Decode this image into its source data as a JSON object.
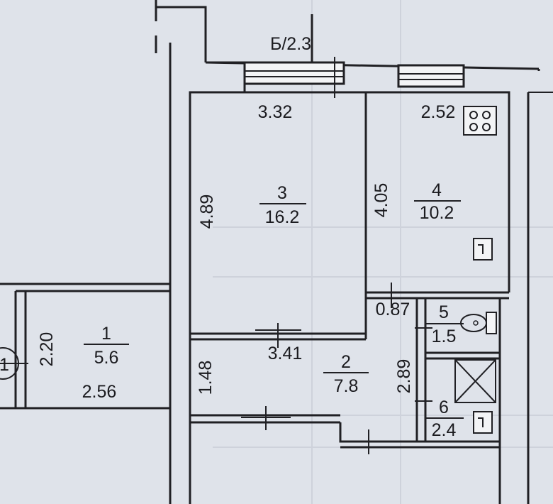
{
  "balcony": {
    "label": "Б/2.3"
  },
  "rooms": [
    {
      "id": "1",
      "area": "5.6"
    },
    {
      "id": "2",
      "area": "7.8"
    },
    {
      "id": "3",
      "area": "16.2"
    },
    {
      "id": "4",
      "area": "10.2"
    },
    {
      "id": "5",
      "area": "1.5"
    },
    {
      "id": "6",
      "area": "2.4"
    }
  ],
  "dimensions": {
    "room3_width": "3.32",
    "room3_height": "4.89",
    "room4_width": "2.52",
    "room4_height": "4.05",
    "room1_height": "2.20",
    "room1_width": "2.56",
    "corridor_width": "3.41",
    "corridor_height": "1.48",
    "bath_width": "0.87",
    "bath_height": "2.89"
  },
  "marker": {
    "label": "1"
  }
}
